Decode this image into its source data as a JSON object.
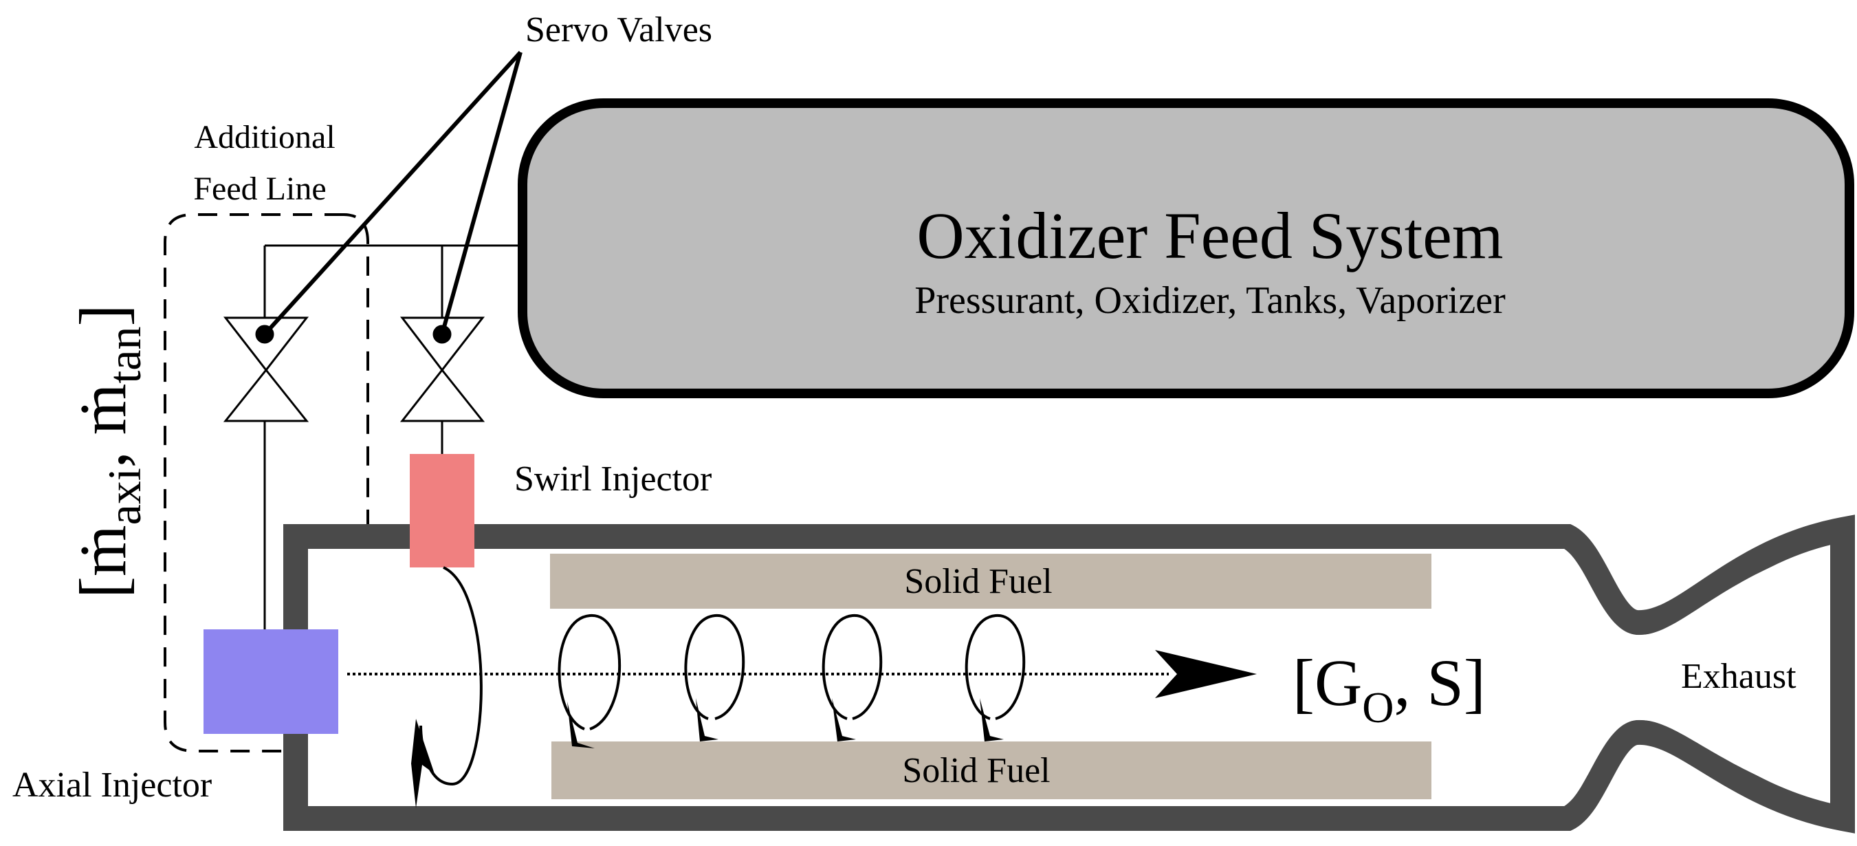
{
  "labels": {
    "servo_valves": "Servo Valves",
    "additional_feed_line_1": "Additional",
    "additional_feed_line_2": "Feed Line",
    "feed_system_title": "Oxidizer Feed System",
    "feed_system_subtitle": "Pressurant, Oxidizer, Tanks, Vaporizer",
    "swirl_injector": "Swirl Injector",
    "axial_injector": "Axial Injector",
    "solid_fuel_top": "Solid Fuel",
    "solid_fuel_bottom": "Solid Fuel",
    "exhaust": "Exhaust",
    "outputs": "[G",
    "outputs_sub": "O",
    "outputs_tail": ", S]",
    "inputs": "[ṁ",
    "inputs_sub1": "axi",
    "inputs_mid": ", ṁ",
    "inputs_sub2": "tan",
    "inputs_tail": "]"
  },
  "colors": {
    "feed_system_fill": "#bcbcbc",
    "chamber_wall": "#4a4a4a",
    "solid_fuel": "#c2b8ab",
    "swirl_injector": "#f08080",
    "axial_injector": "#8e85f0"
  }
}
